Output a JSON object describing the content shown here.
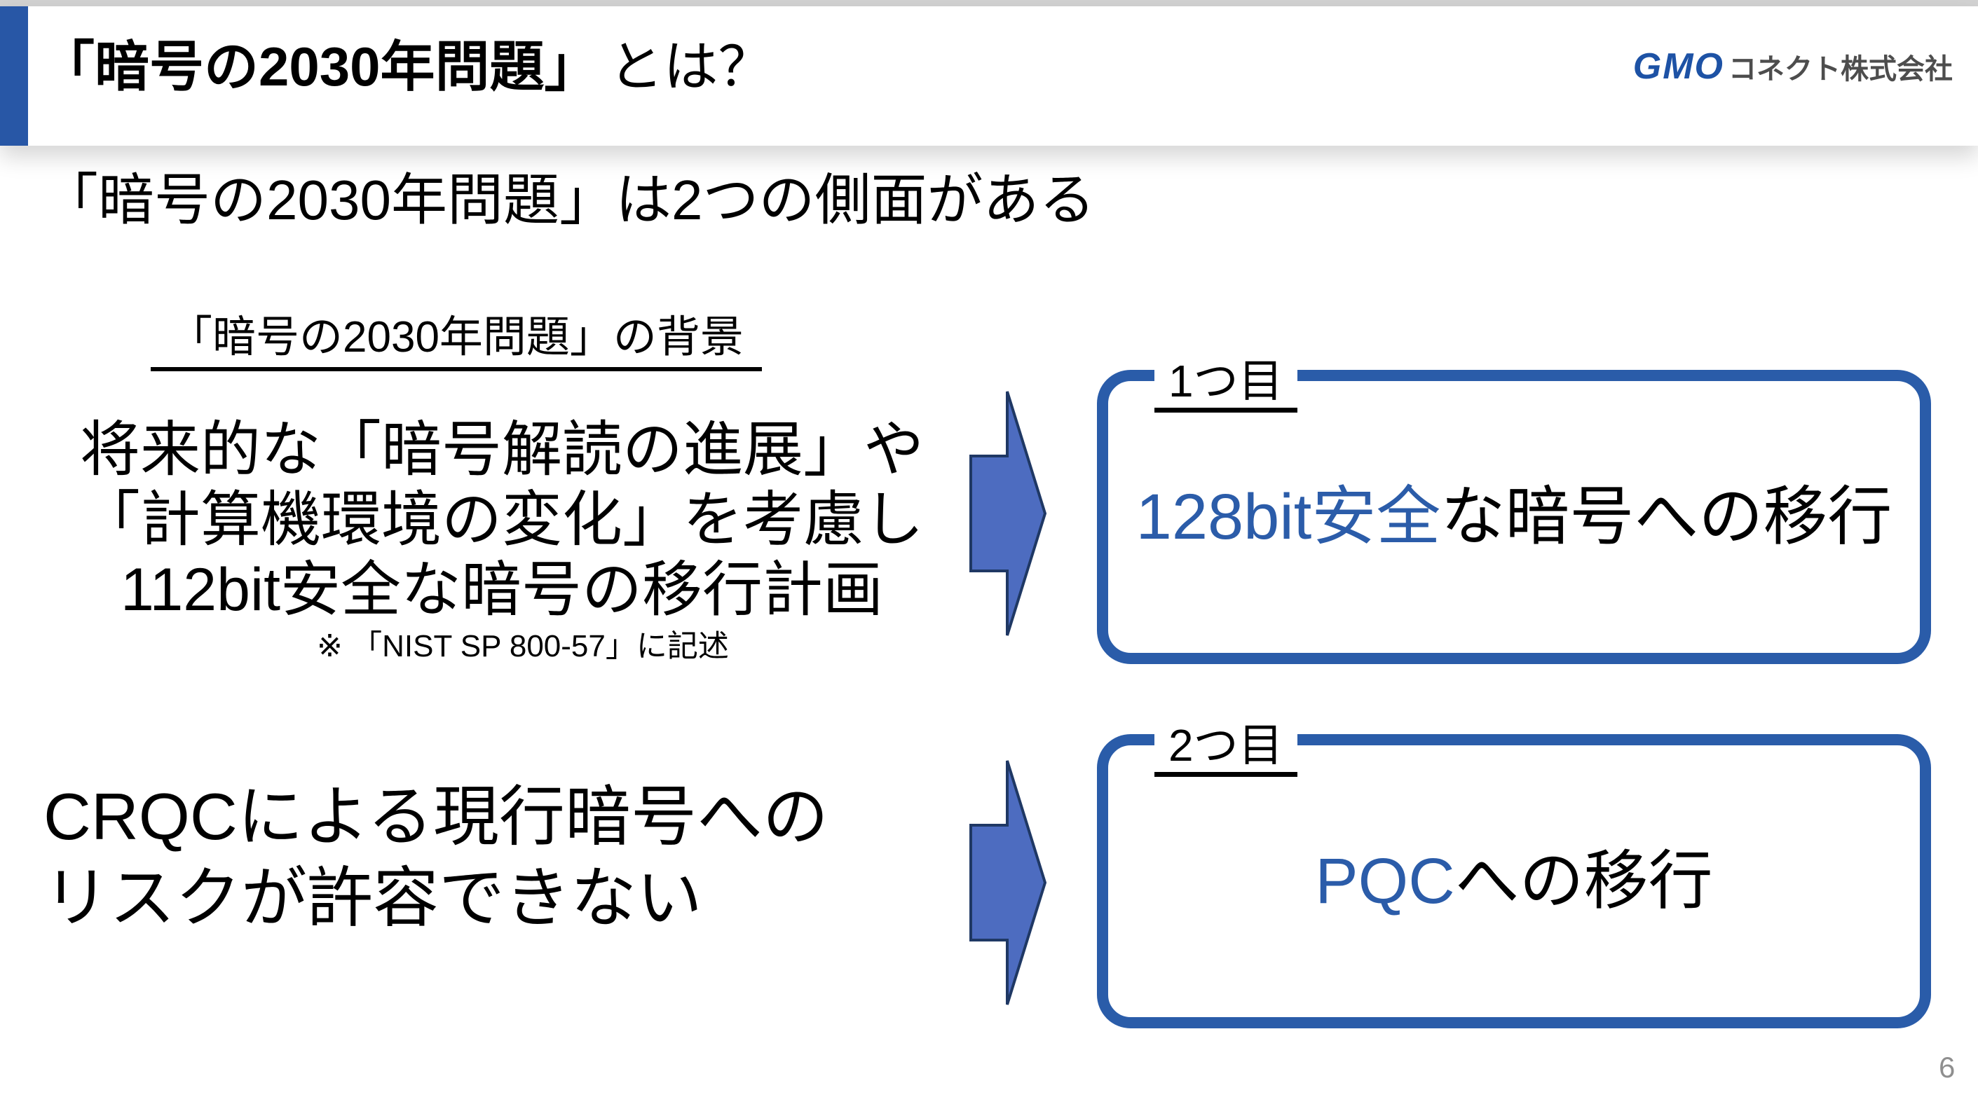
{
  "header": {
    "title_bold": "「暗号の2030年問題」",
    "title_rest": "とは？",
    "logo_gmo": "GMO",
    "logo_company": "コネクト株式会社"
  },
  "subtitle": "「暗号の2030年問題」は2つの側面がある",
  "left_column": {
    "background_heading": "「暗号の2030年問題」の背景",
    "para_future_lines": [
      "将来的な「暗号解読の進展」や",
      "「計算機環境の変化」を考慮し",
      "112bit安全な暗号の移行計画"
    ],
    "nist_note": "※ 「NIST SP 800-57」に記述",
    "para_crqc_lines": [
      "CRQCによる現行暗号への",
      "リスクが許容できない"
    ]
  },
  "boxes": [
    {
      "label": "1つ目",
      "highlight": "128bit安全",
      "rest": "な暗号への移行"
    },
    {
      "label": "2つ目",
      "highlight": "PQC",
      "rest": "への移行"
    }
  ],
  "page_number": "6",
  "colors": {
    "accent_bar": "#2857a6",
    "box_border": "#2a5ca9",
    "highlight_text": "#2b5ca9",
    "arrow_fill": "#4d6cc0",
    "arrow_stroke": "#1f3864",
    "logo_blue": "#1d52a5",
    "logo_gray": "#4d4d4d",
    "page_number_gray": "#8f8f8f"
  }
}
